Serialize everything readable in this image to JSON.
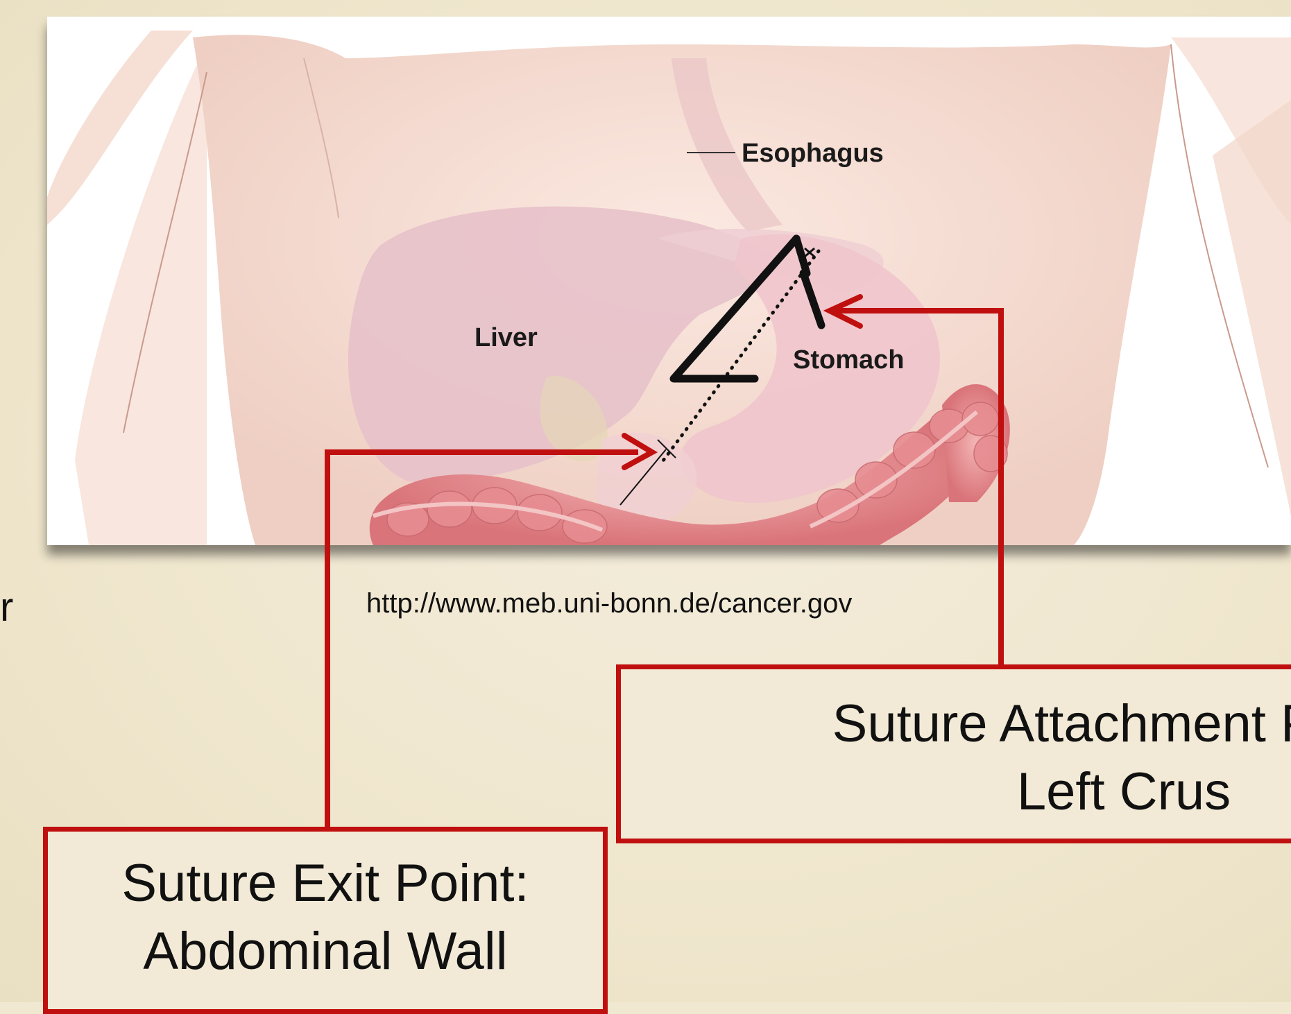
{
  "labels": {
    "esophagus": "Esophagus",
    "liver": "Liver",
    "stomach": "Stomach"
  },
  "source_url": "http://www.meb.uni-bonn.de/cancer.gov",
  "edge_fragment": "r",
  "callouts": {
    "attachment": {
      "line1": "Suture Attachment Point:",
      "line2": "Left Crus"
    },
    "exit": {
      "line1": "Suture Exit Point:",
      "line2": "Abdominal Wall"
    }
  },
  "colors": {
    "background": "#f0e8d1",
    "callout_border": "#c00f0f",
    "arrow": "#c00f0f",
    "skin": "#f6dcd0",
    "liver": "#e6c3cc",
    "stomach": "#f0c9cf",
    "intestine": "#e58a8e"
  }
}
